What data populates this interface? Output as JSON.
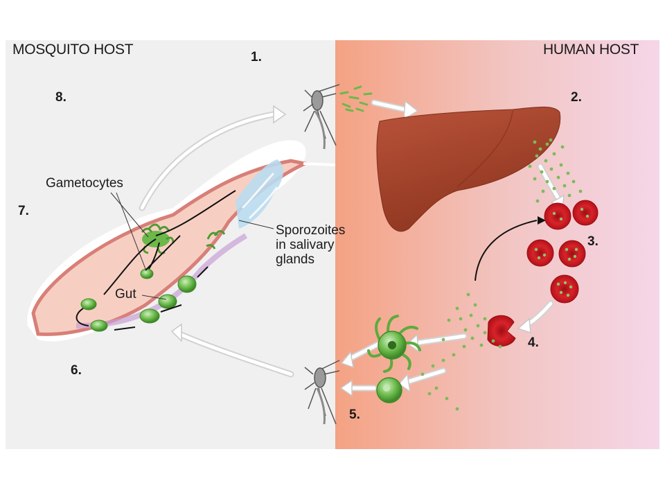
{
  "headers": {
    "mosquito_host": "MOSQUITO HOST",
    "human_host": "HUMAN HOST"
  },
  "steps": [
    "1.",
    "2.",
    "3.",
    "4.",
    "5.",
    "6.",
    "7.",
    "8."
  ],
  "labels": {
    "gametocytes": "Gametocytes",
    "sporozoites": [
      "Sporozoites",
      "in salivary",
      "glands"
    ],
    "gut": "Gut"
  },
  "colors": {
    "mosquito_panel": "#f0f0f0",
    "human_gradient": [
      "#f4a283",
      "#f2c6c4",
      "#f5d6e8"
    ],
    "liver": "#a8452a",
    "red_blood_cell": "#c8141b",
    "parasite_green": "#5dab3e"
  }
}
